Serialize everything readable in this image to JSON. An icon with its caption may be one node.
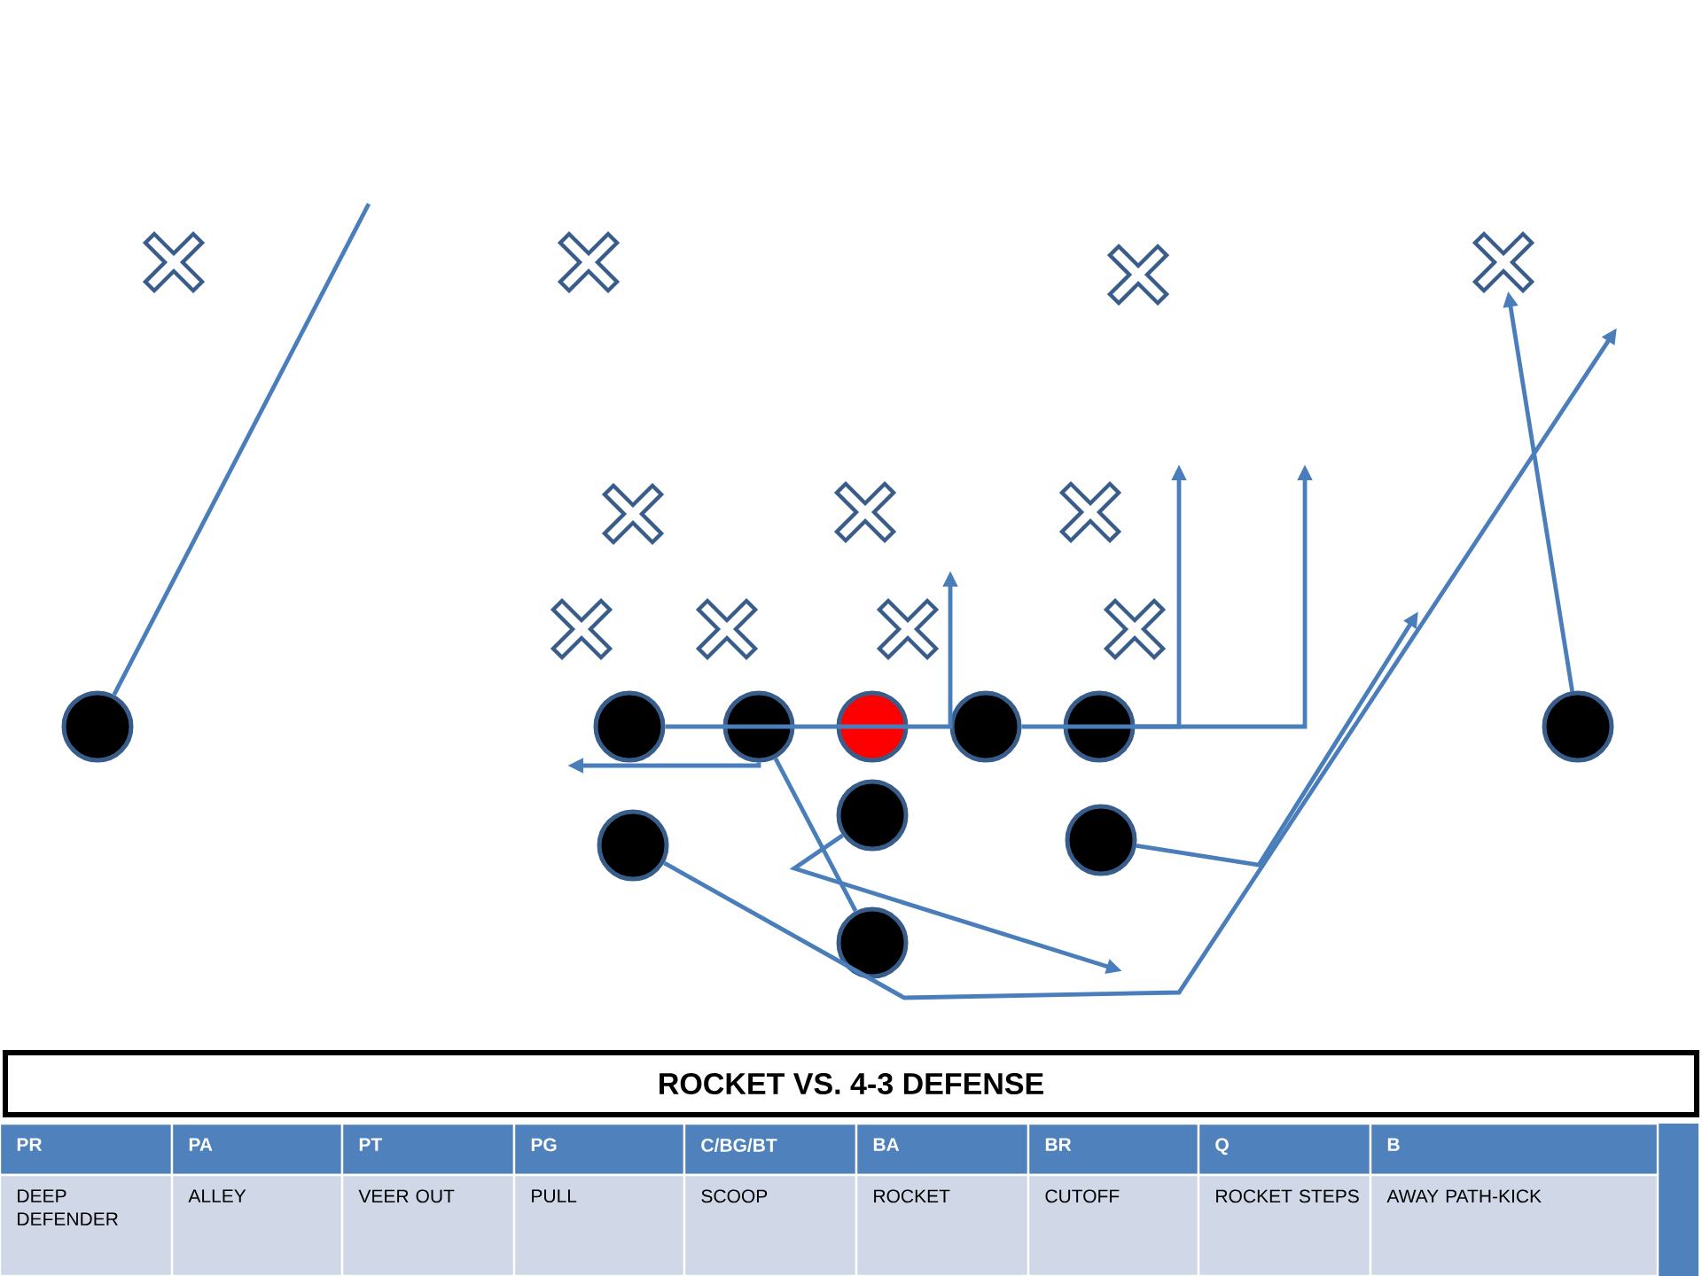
{
  "diagram": {
    "title": "ROCKET VS. 4-3 DEFENSE",
    "nodes": [
      {
        "text": [],
        "shape": "cross"
      },
      {
        "text": [],
        "shape": "cross"
      },
      {
        "text": [],
        "shape": "cross"
      },
      {
        "text": [],
        "shape": "cross"
      },
      {
        "text": [],
        "shape": "cross"
      },
      {
        "text": [],
        "shape": "cross"
      },
      {
        "text": [],
        "shape": "cross"
      },
      {
        "text": [],
        "shape": "cross"
      },
      {
        "text": [],
        "shape": "cross"
      },
      {
        "text": [],
        "shape": "cross"
      },
      {
        "text": [],
        "shape": "cross"
      },
      {
        "text": [],
        "shape": "circle"
      },
      {
        "text": [],
        "shape": "circle"
      },
      {
        "text": [],
        "shape": "circle"
      },
      {
        "text": [],
        "shape": "circle"
      },
      {
        "text": [],
        "shape": "circle"
      },
      {
        "text": [],
        "shape": "circle"
      },
      {
        "text": [],
        "shape": "circle"
      },
      {
        "text": [],
        "shape": "circle"
      },
      {
        "text": [],
        "shape": "circle"
      },
      {
        "text": [],
        "shape": "circle"
      },
      {
        "text": [],
        "shape": "circle"
      }
    ],
    "edges": [
      {
        "from": 11,
        "to": null,
        "arrow": "none"
      },
      {
        "from": 17,
        "to": 2,
        "arrow": "to"
      },
      {
        "from": 12,
        "to": null,
        "arrow": "to"
      },
      {
        "from": 15,
        "to": null,
        "arrow": "to"
      },
      {
        "from": 16,
        "to": null,
        "arrow": "to"
      },
      {
        "from": 13,
        "to": null,
        "arrow": "to"
      },
      {
        "from": 13,
        "to": 21,
        "arrow": "none"
      },
      {
        "from": 18,
        "to": null,
        "arrow": "to"
      },
      {
        "from": 20,
        "to": null,
        "arrow": "to"
      },
      {
        "from": 19,
        "to": null,
        "arrow": "to"
      }
    ],
    "labels": [
      "PR",
      "PA",
      "PT",
      "PG",
      "C/BG/BT",
      "BA",
      "BR",
      "Q",
      "B",
      "DEEP DEFENDER",
      "ALLEY",
      "VEER OUT",
      "PULL",
      "SCOOP",
      "ROCKET",
      "CUTOFF",
      "ROCKET STEPS",
      "AWAY PATH-KICK"
    ]
  }
}
